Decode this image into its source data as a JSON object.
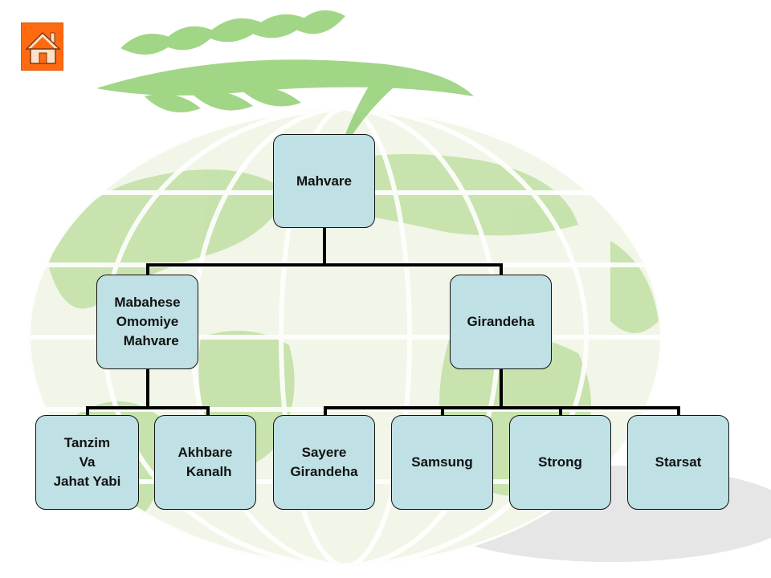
{
  "home_button": {
    "icon": "home-icon",
    "color": "#ff6a10"
  },
  "diagram": {
    "root": "Mahvare",
    "level1": [
      {
        "label": "Mabahese\nOmomiye\n  Mahvare"
      },
      {
        "label": "Girandeha"
      }
    ],
    "level2": [
      {
        "label": "Tanzim\nVa\nJahat Yabi"
      },
      {
        "label": "Akhbare\n  Kanalh"
      },
      {
        "label": "Sayere\nGirandeha"
      },
      {
        "label": "Samsung"
      },
      {
        "label": "Strong"
      },
      {
        "label": "Starsat"
      }
    ],
    "colors": {
      "box_fill": "#bfe0e4",
      "connector": "#000000"
    }
  }
}
